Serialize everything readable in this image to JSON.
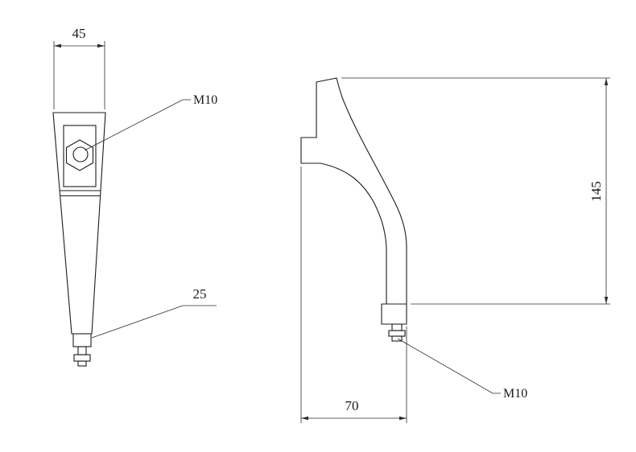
{
  "drawing": {
    "background": "#ffffff",
    "outline_color": "#1c1c1c",
    "dimension_color": "#2b2b2b",
    "front_view": {
      "dim_top_width": "45",
      "dim_bottom_width": "25",
      "thread_label": "M10"
    },
    "side_view": {
      "dim_height": "145",
      "dim_depth": "70",
      "thread_label": "M10"
    }
  }
}
